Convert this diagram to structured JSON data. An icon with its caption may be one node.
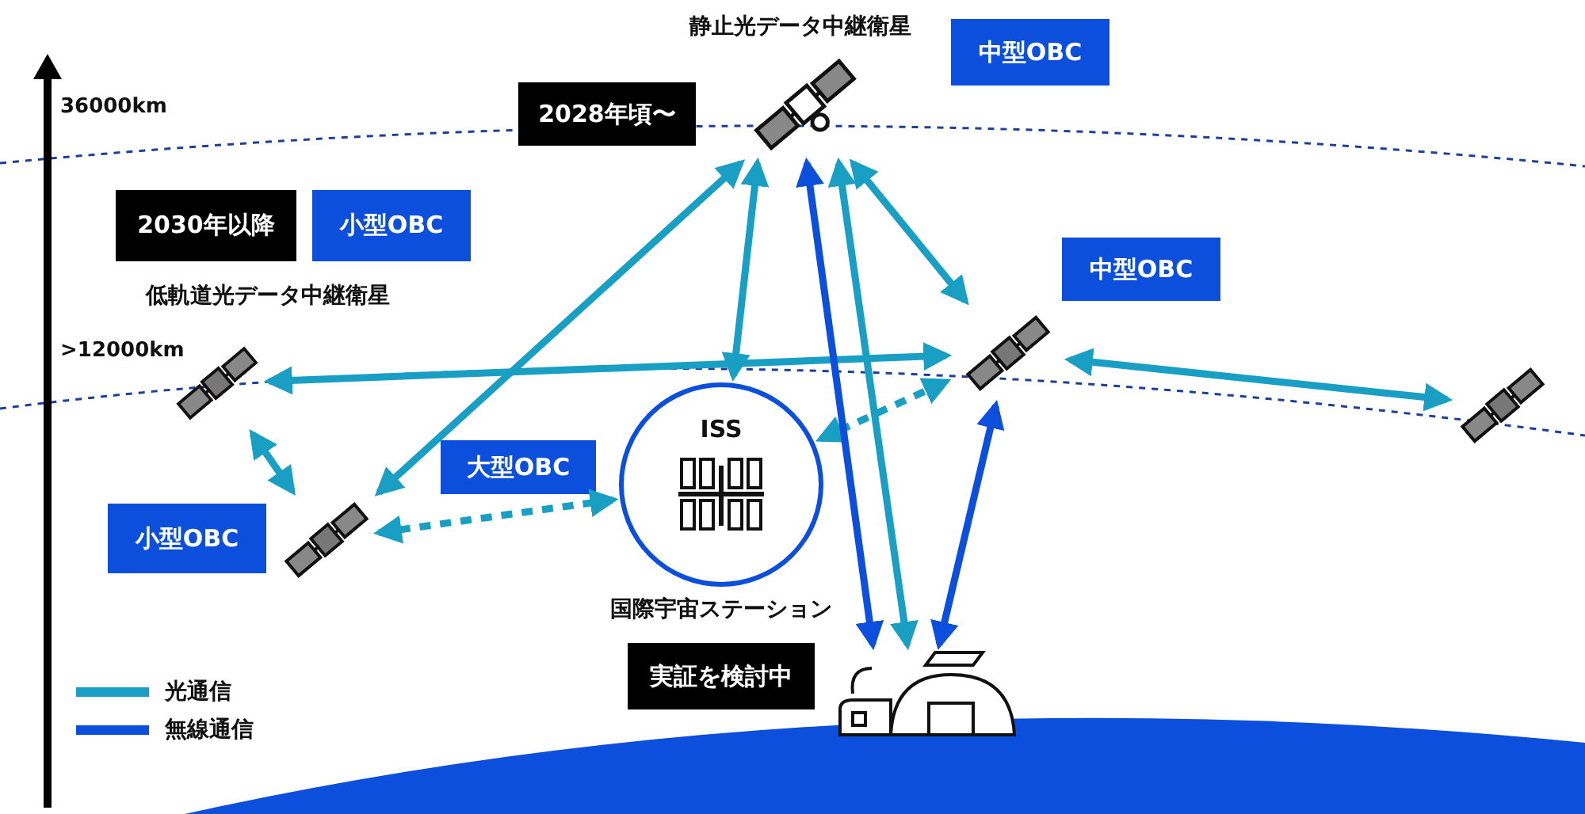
{
  "diagram": {
    "nodes": [
      {
        "text": [
          "静止光データ中継衛星"
        ],
        "beside": [
          "2028年頃〜",
          "中型OBC"
        ]
      },
      {
        "text": [
          "低軌道光データ中継衛星"
        ],
        "beside": [
          "2030年以降",
          "小型OBC"
        ]
      },
      {
        "text": [],
        "shape": "satellite",
        "beside": [
          "小型OBC"
        ]
      },
      {
        "text": [
          "ISS",
          "国際宇宙ステーション"
        ],
        "beside": [
          "大型OBC",
          "実証を検討中"
        ]
      },
      {
        "text": [],
        "shape": "satellite",
        "beside": [
          "中型OBC"
        ]
      },
      {
        "text": [],
        "shape": "satellite"
      },
      {
        "text": [],
        "shape": "building"
      }
    ],
    "edges": [
      {
        "from": 1,
        "to": 4,
        "arrow": "both"
      },
      {
        "from": 2,
        "to": 0,
        "arrow": "both"
      },
      {
        "from": 1,
        "to": 2,
        "arrow": "both"
      },
      {
        "from": 2,
        "to": 3,
        "arrow": "both",
        "style": "dashed"
      },
      {
        "from": 0,
        "to": 3,
        "arrow": "both"
      },
      {
        "from": 0,
        "to": 4,
        "arrow": "both"
      },
      {
        "from": 4,
        "to": 5,
        "arrow": "both"
      },
      {
        "from": 3,
        "to": 4,
        "arrow": "both",
        "style": "dashed"
      },
      {
        "from": 0,
        "to": 6,
        "arrow": "both",
        "color": "#0b4fdc"
      },
      {
        "from": 0,
        "to": 6,
        "arrow": "both"
      },
      {
        "from": 4,
        "to": 6,
        "arrow": "both",
        "color": "#0b4fdc"
      }
    ],
    "labels": [
      "36000km",
      ">12000km"
    ],
    "legend": [
      {
        "text": "光通信",
        "color": "#1a9fc4"
      },
      {
        "text": "無線通信",
        "color": "#0b4fdc"
      }
    ]
  }
}
